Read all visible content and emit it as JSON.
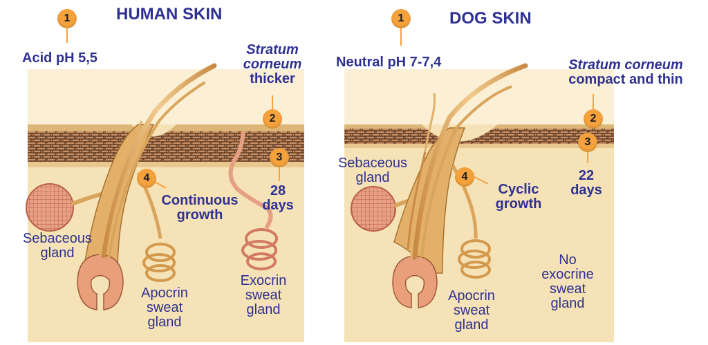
{
  "colors": {
    "label": "#2e3192",
    "badge": "#f5a23d",
    "dermis": "#f6e2b7",
    "hair": "#d9a55c"
  },
  "human": {
    "title": "HUMAN SKIN",
    "badge1": "1",
    "ph": "Acid pH 5,5",
    "stratum_line1": "Stratum",
    "stratum_line2": "corneum",
    "stratum_line3": "thicker",
    "badge2": "2",
    "badge3": "3",
    "days_line1": "28",
    "days_line2": "days",
    "badge4": "4",
    "growth_line1": "Continuous",
    "growth_line2": "growth",
    "sebaceous_line1": "Sebaceous",
    "sebaceous_line2": "gland",
    "apocrin_line1": "Apocrin",
    "apocrin_line2": "sweat",
    "apocrin_line3": "gland",
    "exocrin_line1": "Exocrin",
    "exocrin_line2": "sweat",
    "exocrin_line3": "gland"
  },
  "dog": {
    "title": "DOG SKIN",
    "badge1": "1",
    "ph": "Neutral pH 7-7,4",
    "stratum_line1": "Stratum corneum",
    "stratum_line2": "compact and thin",
    "badge2": "2",
    "badge3": "3",
    "days_line1": "22",
    "days_line2": "days",
    "badge4": "4",
    "growth_line1": "Cyclic",
    "growth_line2": "growth",
    "sebaceous_line1": "Sebaceous",
    "sebaceous_line2": "gland",
    "apocrin_line1": "Apocrin",
    "apocrin_line2": "sweat",
    "apocrin_line3": "gland",
    "noexo_line1": "No",
    "noexo_line2": "exocrine",
    "noexo_line3": "sweat",
    "noexo_line4": "gland"
  }
}
